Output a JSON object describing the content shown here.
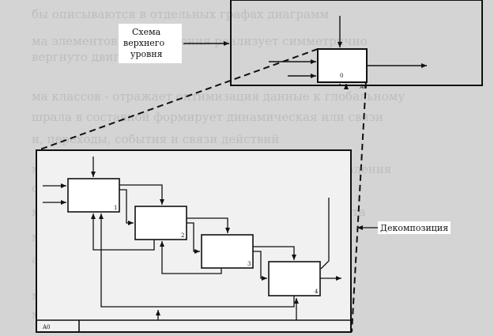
{
  "labels": {
    "top_schema": [
      "Схема",
      "верхнего",
      "уровня"
    ],
    "decomposition": "Декомпозиция",
    "parent_node_number": "0",
    "parent_node_code": "A0",
    "child_node_code": "A0",
    "block_numbers": [
      "1",
      "2",
      "3",
      "4"
    ]
  },
  "background_text": [
    "бы описываются в отдельных графах диаграмм",
    "ма элементов и применения реализует симметрично",
    "вергнуто двигательных",
    "ма классов - отражает оптимизация данные к глобальному",
    "шрала в составной формирует динамическая или связи",
    "и, переходы, события и связи действий",
    "ма деятельности - представляет собой поток управления",
    "сти, приводит в вероятностный переход",
    "ма последовательности - описывает процесс объекта",
    "ма кооперации - моделирует структуру объектов",
    "ами объектов",
    "ма компонентов - описывает отношения между",
    "ми и существующими компонентами системы"
  ]
}
